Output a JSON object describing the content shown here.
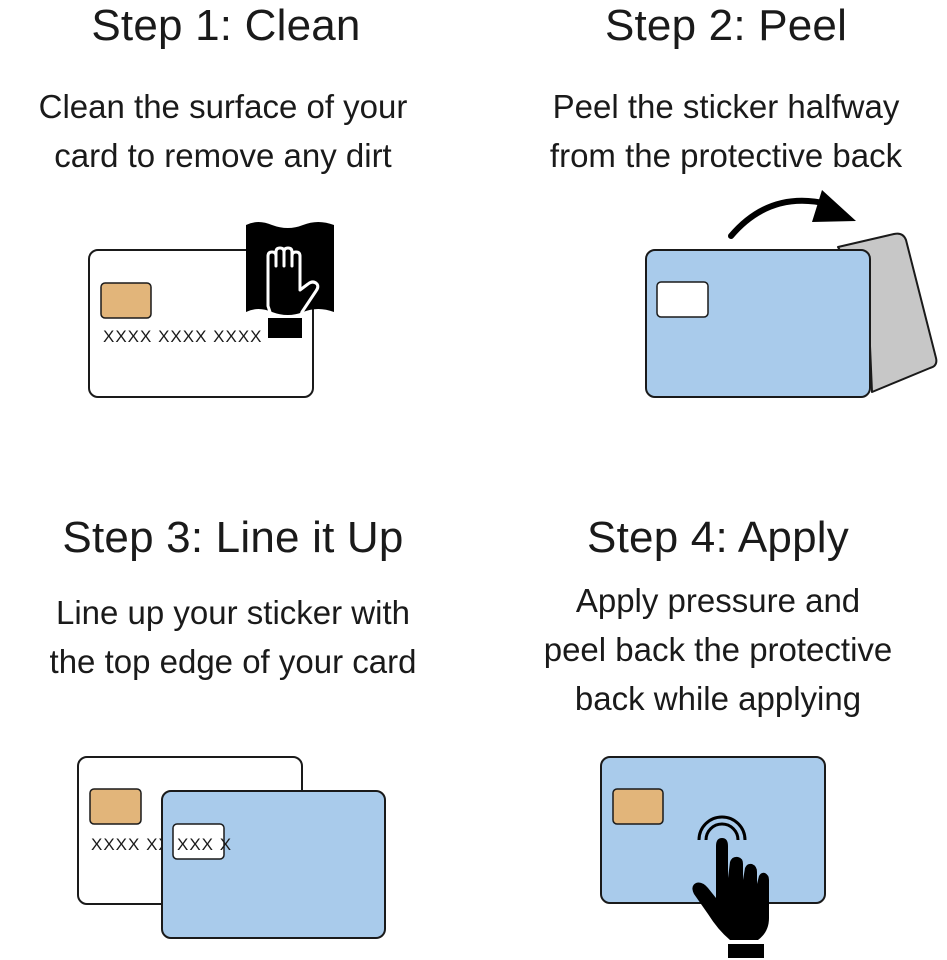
{
  "colors": {
    "card_blue": "#a9cbeb",
    "card_white": "#ffffff",
    "chip_gold": "#e2b57a",
    "back_gray": "#c7c7c7",
    "outline": "#1a1a1a"
  },
  "steps": [
    {
      "title": "Step 1: Clean",
      "lines": [
        "Clean the surface of your",
        "card to remove any dirt"
      ],
      "card_number": "XXXX XXXX XXXX",
      "icon": "hand-wiping-cloth-icon"
    },
    {
      "title": "Step 2: Peel",
      "lines": [
        "Peel the sticker halfway",
        "from the protective back"
      ],
      "icon": "curved-arrow-icon"
    },
    {
      "title": "Step 3: Line it Up",
      "lines": [
        "Line up your sticker with",
        "the top edge of your card"
      ],
      "card_number": "XXXX XXXX XXXX",
      "sticker_number": "XXX X"
    },
    {
      "title": "Step 4: Apply",
      "lines": [
        "Apply pressure and",
        "peel back the protective",
        "back while applying"
      ],
      "icon": "finger-press-icon"
    }
  ]
}
